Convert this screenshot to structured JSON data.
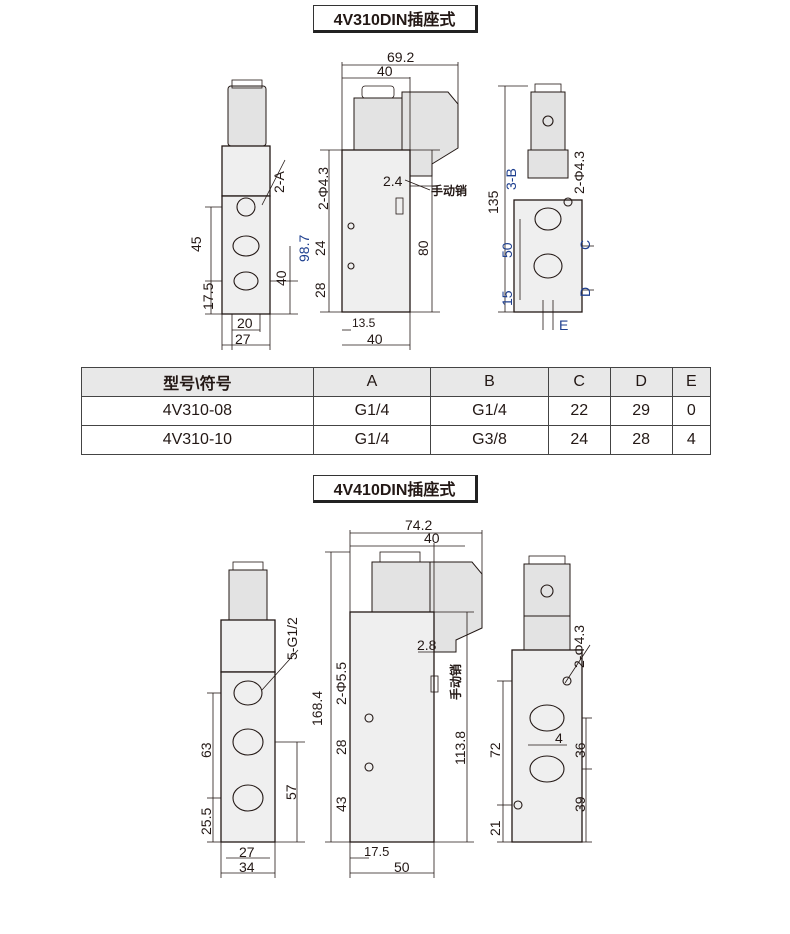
{
  "sections": [
    {
      "title": "4V310DIN插座式",
      "front": {
        "port_label": "2-A",
        "dims": [
          "45",
          "17.5",
          "20",
          "27",
          "40"
        ]
      },
      "side": {
        "dims": [
          "69.2",
          "40",
          "2.4",
          "2-Φ4.3",
          "98.7",
          "24",
          "28",
          "80",
          "13.5",
          "40"
        ],
        "manual_label": "手动销"
      },
      "right": {
        "dims": [
          "135",
          "3-B",
          "50",
          "15",
          "2-Φ4.3",
          "C",
          "D",
          "E"
        ]
      }
    },
    {
      "title": "4V410DIN插座式",
      "front": {
        "port_label": "5-G1/2",
        "dims": [
          "63",
          "25.5",
          "57",
          "27",
          "34"
        ]
      },
      "side": {
        "dims": [
          "74.2",
          "40",
          "2.8",
          "2-Φ5.5",
          "168.4",
          "28",
          "43",
          "113.8",
          "17.5",
          "50"
        ],
        "manual_label": "手动销"
      },
      "right": {
        "dims": [
          "2-Φ4.3",
          "72",
          "4",
          "36",
          "39",
          "21"
        ]
      }
    }
  ],
  "table": {
    "headers": [
      "型号\\符号",
      "A",
      "B",
      "C",
      "D",
      "E"
    ],
    "rows": [
      [
        "4V310-08",
        "G1/4",
        "G1/4",
        "22",
        "29",
        "0"
      ],
      [
        "4V310-10",
        "G1/4",
        "G3/8",
        "24",
        "28",
        "4"
      ]
    ]
  },
  "colors": {
    "line": "#231815",
    "accent_blue": "#1e3f8f",
    "body_fill": "#efefef"
  }
}
